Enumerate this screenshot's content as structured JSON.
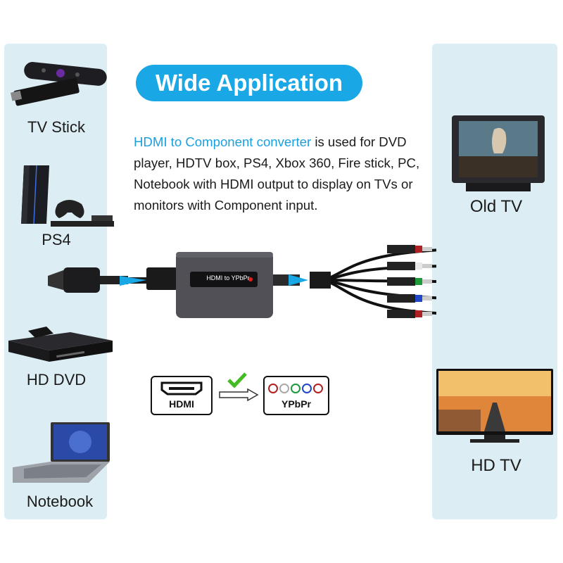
{
  "header": {
    "title": "Wide Application"
  },
  "description": {
    "highlight": "HDMI to Component converter",
    "rest": " is used for DVD player, HDTV box,  PS4, Xbox 360, Fire stick, PC, Notebook with HDMI output to display on TVs or monitors with Component input."
  },
  "sources": [
    {
      "label": "TV Stick"
    },
    {
      "label": "PS4"
    },
    {
      "label": "HD DVD"
    },
    {
      "label": "Notebook"
    }
  ],
  "displays": [
    {
      "label": "Old TV"
    },
    {
      "label": "HD TV"
    }
  ],
  "converter": {
    "label": "HDMI to YPbPr"
  },
  "diagram": {
    "input_label": "HDMI",
    "output_label": "YPbPr"
  },
  "colors": {
    "accent": "#1aa7e6",
    "panel": "#dcedf4",
    "check": "#44bb22"
  },
  "icons": [
    "tv-stick-icon",
    "ps4-icon",
    "hd-dvd-player-icon",
    "notebook-icon",
    "old-tv-icon",
    "hd-tv-icon",
    "hdmi-port-icon",
    "arrow-right-icon",
    "checkmark-icon",
    "ypbpr-ports-icon"
  ]
}
